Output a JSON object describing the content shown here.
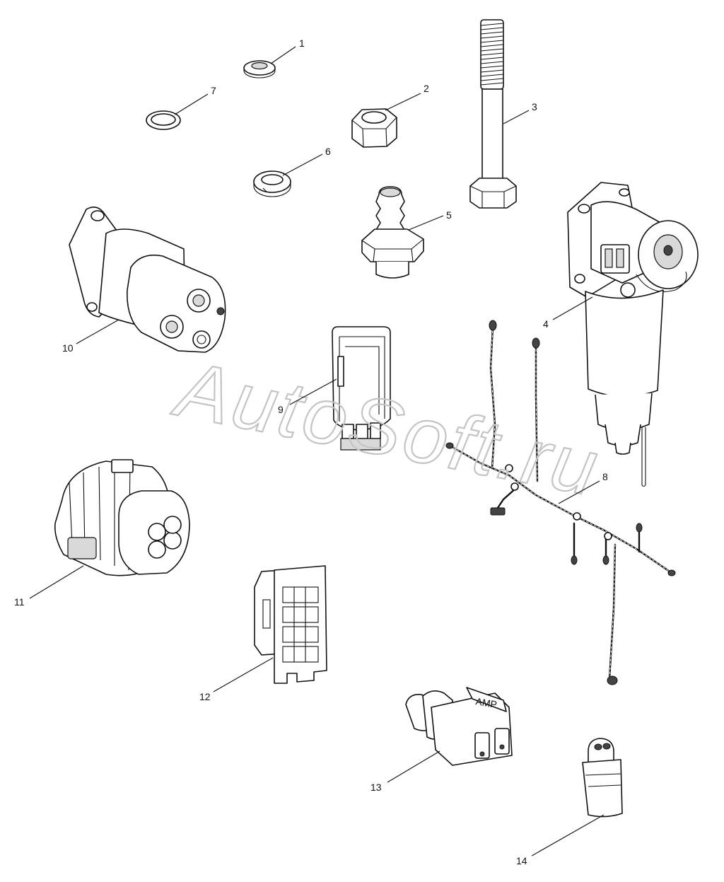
{
  "watermark": "AutoSoft.ru",
  "callouts": [
    {
      "id": "1",
      "label": "1"
    },
    {
      "id": "2",
      "label": "2"
    },
    {
      "id": "3",
      "label": "3"
    },
    {
      "id": "4",
      "label": "4"
    },
    {
      "id": "5",
      "label": "5"
    },
    {
      "id": "6",
      "label": "6"
    },
    {
      "id": "7",
      "label": "7"
    },
    {
      "id": "8",
      "label": "8"
    },
    {
      "id": "9",
      "label": "9"
    },
    {
      "id": "10",
      "label": "10"
    },
    {
      "id": "11",
      "label": "11"
    },
    {
      "id": "12",
      "label": "12"
    },
    {
      "id": "13",
      "label": "13"
    },
    {
      "id": "14",
      "label": "14"
    }
  ],
  "connector_13_brand": "AMP"
}
